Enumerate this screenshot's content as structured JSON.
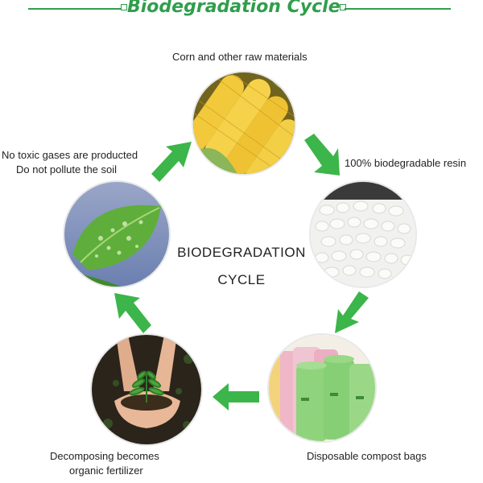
{
  "header": {
    "title": "Biodegradation Cycle"
  },
  "center": {
    "line1": "BIODEGRADATION",
    "line2": "CYCLE"
  },
  "stages": {
    "corn": {
      "label": "Corn and other raw materials",
      "icon": "corn-image"
    },
    "resin": {
      "label": "100% biodegradable resin",
      "icon": "resin-pellets-image"
    },
    "bags": {
      "label": "Disposable compost bags",
      "icon": "compost-bags-image"
    },
    "soil": {
      "line1": "Decomposing becomes",
      "line2": "organic fertilizer",
      "icon": "hands-soil-image"
    },
    "leaf": {
      "line1": "No toxic gases are producted",
      "line2": "Do not pollute the soil",
      "icon": "leaf-image"
    }
  },
  "colors": {
    "accent": "#2f9e4c",
    "arrow": "#3cb54a"
  }
}
